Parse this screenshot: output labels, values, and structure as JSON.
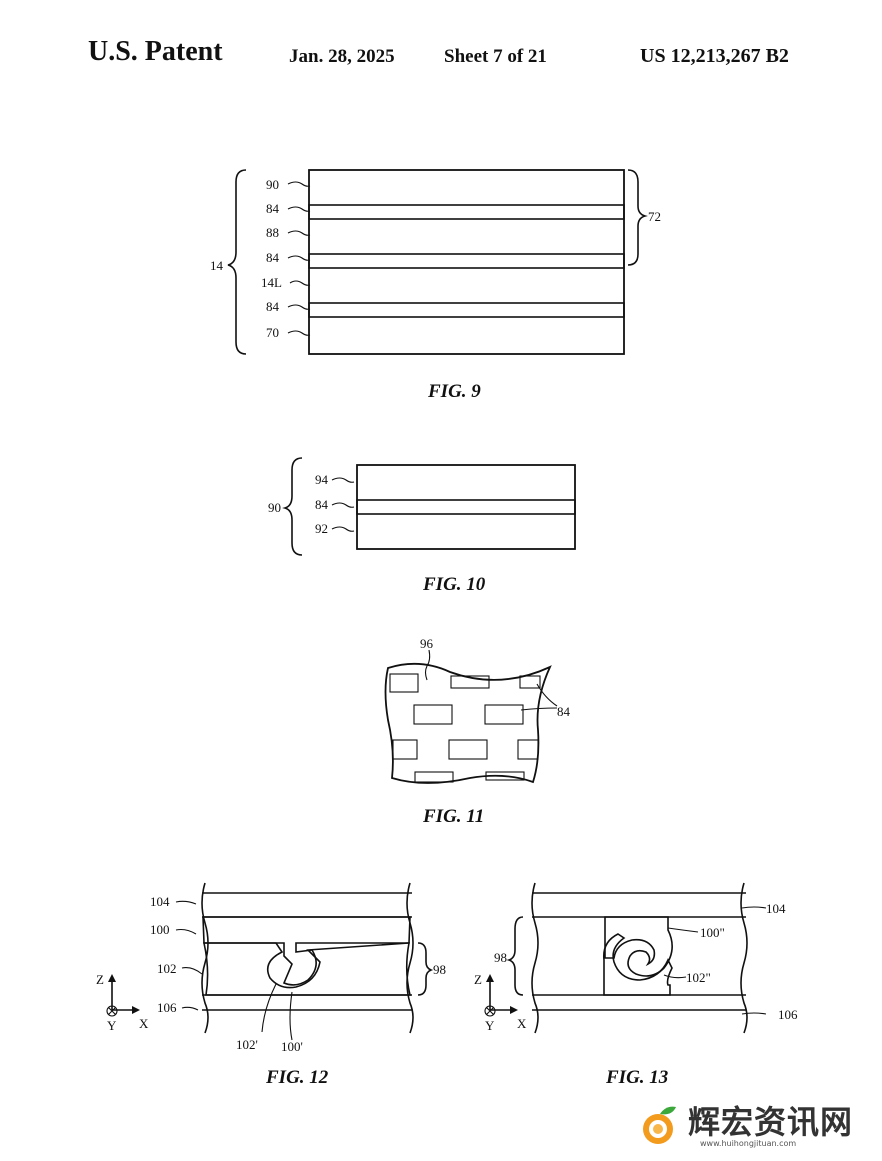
{
  "header": {
    "title": "U.S. Patent",
    "date": "Jan. 28, 2025",
    "sheet": "Sheet 7 of 21",
    "patent_number": "US 12,213,267 B2"
  },
  "fig9": {
    "caption": "FIG. 9",
    "layer_labels": [
      "90",
      "84",
      "88",
      "84",
      "14L",
      "84",
      "70"
    ],
    "bracket_left": "14",
    "bracket_right": "72"
  },
  "fig10": {
    "caption": "FIG. 10",
    "layer_labels": [
      "94",
      "84",
      "92"
    ],
    "bracket_left": "90"
  },
  "fig11": {
    "caption": "FIG. 11",
    "label_sheet": "96",
    "label_pads": "84"
  },
  "fig12": {
    "caption": "FIG. 12",
    "labels": [
      "104",
      "100",
      "102",
      "106",
      "102'",
      "100'"
    ],
    "bracket_right": "98",
    "axes": {
      "z": "Z",
      "x": "X",
      "y": "Y"
    }
  },
  "fig13": {
    "caption": "FIG. 13",
    "labels": [
      "104",
      "100\"",
      "102\"",
      "106"
    ],
    "bracket_left": "98",
    "axes": {
      "z": "Z",
      "x": "X",
      "y": "Y"
    }
  },
  "watermark": {
    "title": "辉宏资讯网",
    "url": "www.huihongjituan.com"
  }
}
